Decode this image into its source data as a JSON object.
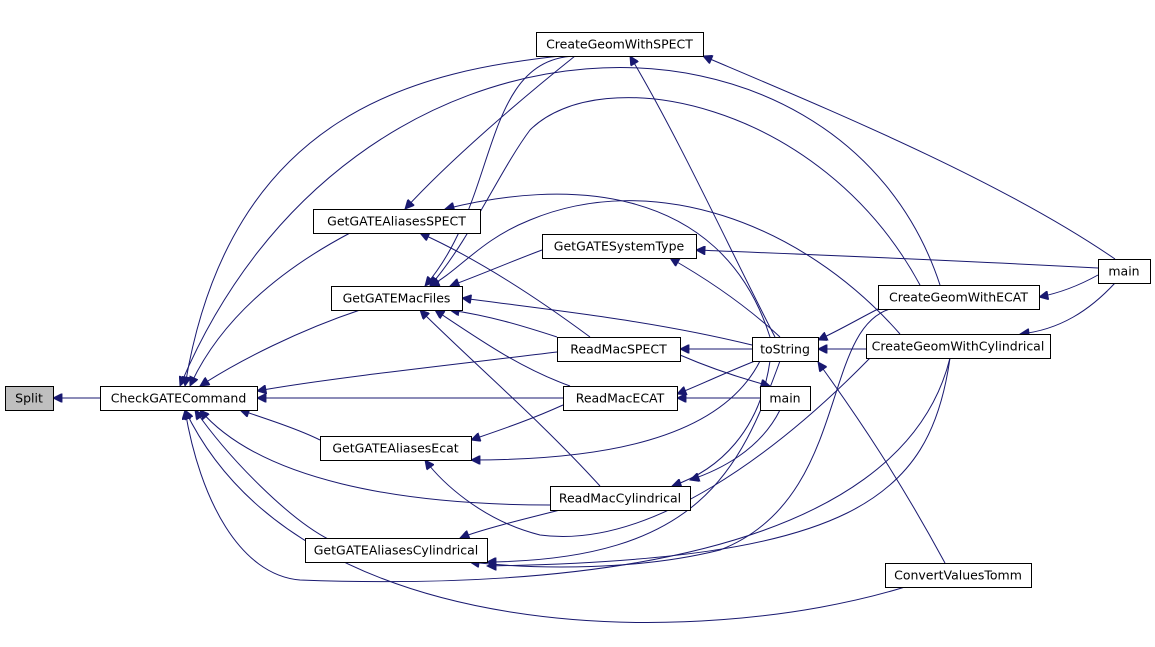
{
  "diagram": {
    "type": "call-graph",
    "colors": {
      "edge": "#191970",
      "node_border": "#000000",
      "node_fill": "#ffffff",
      "highlight_fill": "#bfbfbf",
      "text": "#000000"
    },
    "nodes": [
      {
        "id": "split",
        "label": "Split",
        "highlight": true
      },
      {
        "id": "check",
        "label": "CheckGATECommand"
      },
      {
        "id": "cgspect",
        "label": "CreateGeomWithSPECT"
      },
      {
        "id": "aspect",
        "label": "GetGATEAliasesSPECT"
      },
      {
        "id": "systype",
        "label": "GetGATESystemType"
      },
      {
        "id": "macfiles",
        "label": "GetGATEMacFiles"
      },
      {
        "id": "rmspect",
        "label": "ReadMacSPECT"
      },
      {
        "id": "rmecat",
        "label": "ReadMacECAT"
      },
      {
        "id": "aecat",
        "label": "GetGATEAliasesEcat"
      },
      {
        "id": "rmcyl",
        "label": "ReadMacCylindrical"
      },
      {
        "id": "acyl",
        "label": "GetGATEAliasesCylindrical"
      },
      {
        "id": "tostring",
        "label": "toString"
      },
      {
        "id": "main_mid",
        "label": "main"
      },
      {
        "id": "cgecat",
        "label": "CreateGeomWithECAT"
      },
      {
        "id": "cgcyl",
        "label": "CreateGeomWithCylindrical"
      },
      {
        "id": "convert",
        "label": "ConvertValuesTomm"
      },
      {
        "id": "main_right",
        "label": "main"
      }
    ],
    "edges": [
      {
        "from": "check",
        "to": "split"
      },
      {
        "from": "cgspect",
        "to": "check"
      },
      {
        "from": "aspect",
        "to": "check"
      },
      {
        "from": "macfiles",
        "to": "check"
      },
      {
        "from": "rmspect",
        "to": "check"
      },
      {
        "from": "rmecat",
        "to": "check"
      },
      {
        "from": "aecat",
        "to": "check"
      },
      {
        "from": "rmcyl",
        "to": "check"
      },
      {
        "from": "acyl",
        "to": "check"
      },
      {
        "from": "convert",
        "to": "check"
      },
      {
        "from": "cgecat",
        "to": "check"
      },
      {
        "from": "cgcyl",
        "to": "check"
      },
      {
        "from": "cgspect",
        "to": "aspect"
      },
      {
        "from": "cgspect",
        "to": "macfiles"
      },
      {
        "from": "tostring",
        "to": "cgspect"
      },
      {
        "from": "main_right",
        "to": "cgspect"
      },
      {
        "from": "rmspect",
        "to": "aspect"
      },
      {
        "from": "tostring",
        "to": "aspect"
      },
      {
        "from": "systype",
        "to": "macfiles"
      },
      {
        "from": "rmspect",
        "to": "macfiles"
      },
      {
        "from": "rmecat",
        "to": "macfiles"
      },
      {
        "from": "rmcyl",
        "to": "macfiles"
      },
      {
        "from": "tostring",
        "to": "macfiles"
      },
      {
        "from": "cgecat",
        "to": "macfiles"
      },
      {
        "from": "cgcyl",
        "to": "macfiles"
      },
      {
        "from": "tostring",
        "to": "systype"
      },
      {
        "from": "main_right",
        "to": "systype"
      },
      {
        "from": "tostring",
        "to": "rmspect"
      },
      {
        "from": "tostring",
        "to": "rmecat"
      },
      {
        "from": "main_mid",
        "to": "rmecat"
      },
      {
        "from": "rmecat",
        "to": "aecat"
      },
      {
        "from": "tostring",
        "to": "aecat"
      },
      {
        "from": "cgcyl",
        "to": "aecat"
      },
      {
        "from": "tostring",
        "to": "rmcyl"
      },
      {
        "from": "main_mid",
        "to": "rmcyl"
      },
      {
        "from": "rmcyl",
        "to": "acyl"
      },
      {
        "from": "tostring",
        "to": "acyl"
      },
      {
        "from": "cgcyl",
        "to": "acyl"
      },
      {
        "from": "cgecat",
        "to": "acyl"
      },
      {
        "from": "cgecat",
        "to": "tostring"
      },
      {
        "from": "cgcyl",
        "to": "tostring"
      },
      {
        "from": "convert",
        "to": "tostring"
      },
      {
        "from": "rmspect",
        "to": "main_mid"
      },
      {
        "from": "main_right",
        "to": "cgecat"
      },
      {
        "from": "main_right",
        "to": "cgcyl"
      }
    ]
  }
}
